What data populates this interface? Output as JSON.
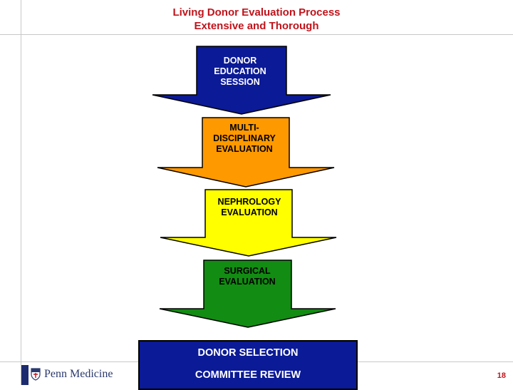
{
  "slide": {
    "title_line1": "Living Donor Evaluation Process",
    "title_line2": "Extensive and Thorough",
    "page_number": "18"
  },
  "steps": [
    {
      "lines": [
        "DONOR",
        "EDUCATION",
        "SESSION"
      ],
      "fill": "#0b1a96"
    },
    {
      "lines": [
        "MULTI-",
        "DISCIPLINARY",
        "EVALUATION"
      ],
      "fill": "#ff9900"
    },
    {
      "lines": [
        "NEPHROLOGY",
        "EVALUATION"
      ],
      "fill": "#ffff00"
    },
    {
      "lines": [
        "SURGICAL",
        "EVALUATION"
      ],
      "fill": "#128c12"
    }
  ],
  "final_box": {
    "line1": "DONOR SELECTION",
    "line2": "COMMITTEE REVIEW",
    "fill": "#0b1a96"
  },
  "footer": {
    "logo_text": "Penn Medicine"
  },
  "colors": {
    "title": "#c0141b",
    "outline": "#000000"
  }
}
